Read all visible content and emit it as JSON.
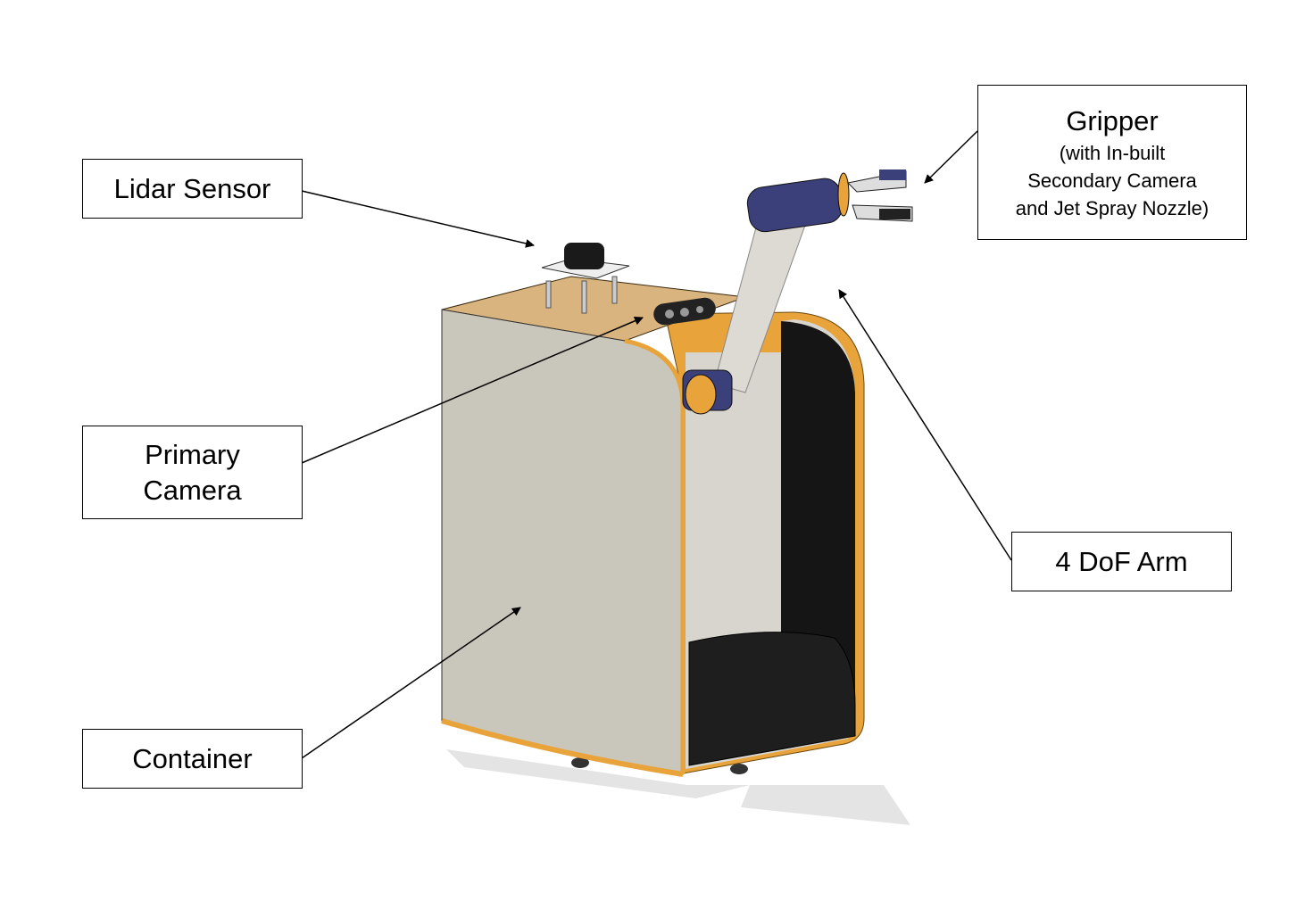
{
  "labels": {
    "lidar": "Lidar Sensor",
    "primary_camera": [
      "Primary",
      "Camera"
    ],
    "container": "Container",
    "gripper": {
      "title": "Gripper",
      "details": [
        "(with In-built",
        "Secondary Camera",
        "and Jet Spray Nozzle)"
      ]
    },
    "arm": "4 DoF Arm"
  },
  "colors": {
    "body": "#c9c6bb",
    "accent_orange": "#e8a33a",
    "top": "#d9b47e",
    "arm_blue": "#3b3f7a",
    "interior": "#141414"
  }
}
